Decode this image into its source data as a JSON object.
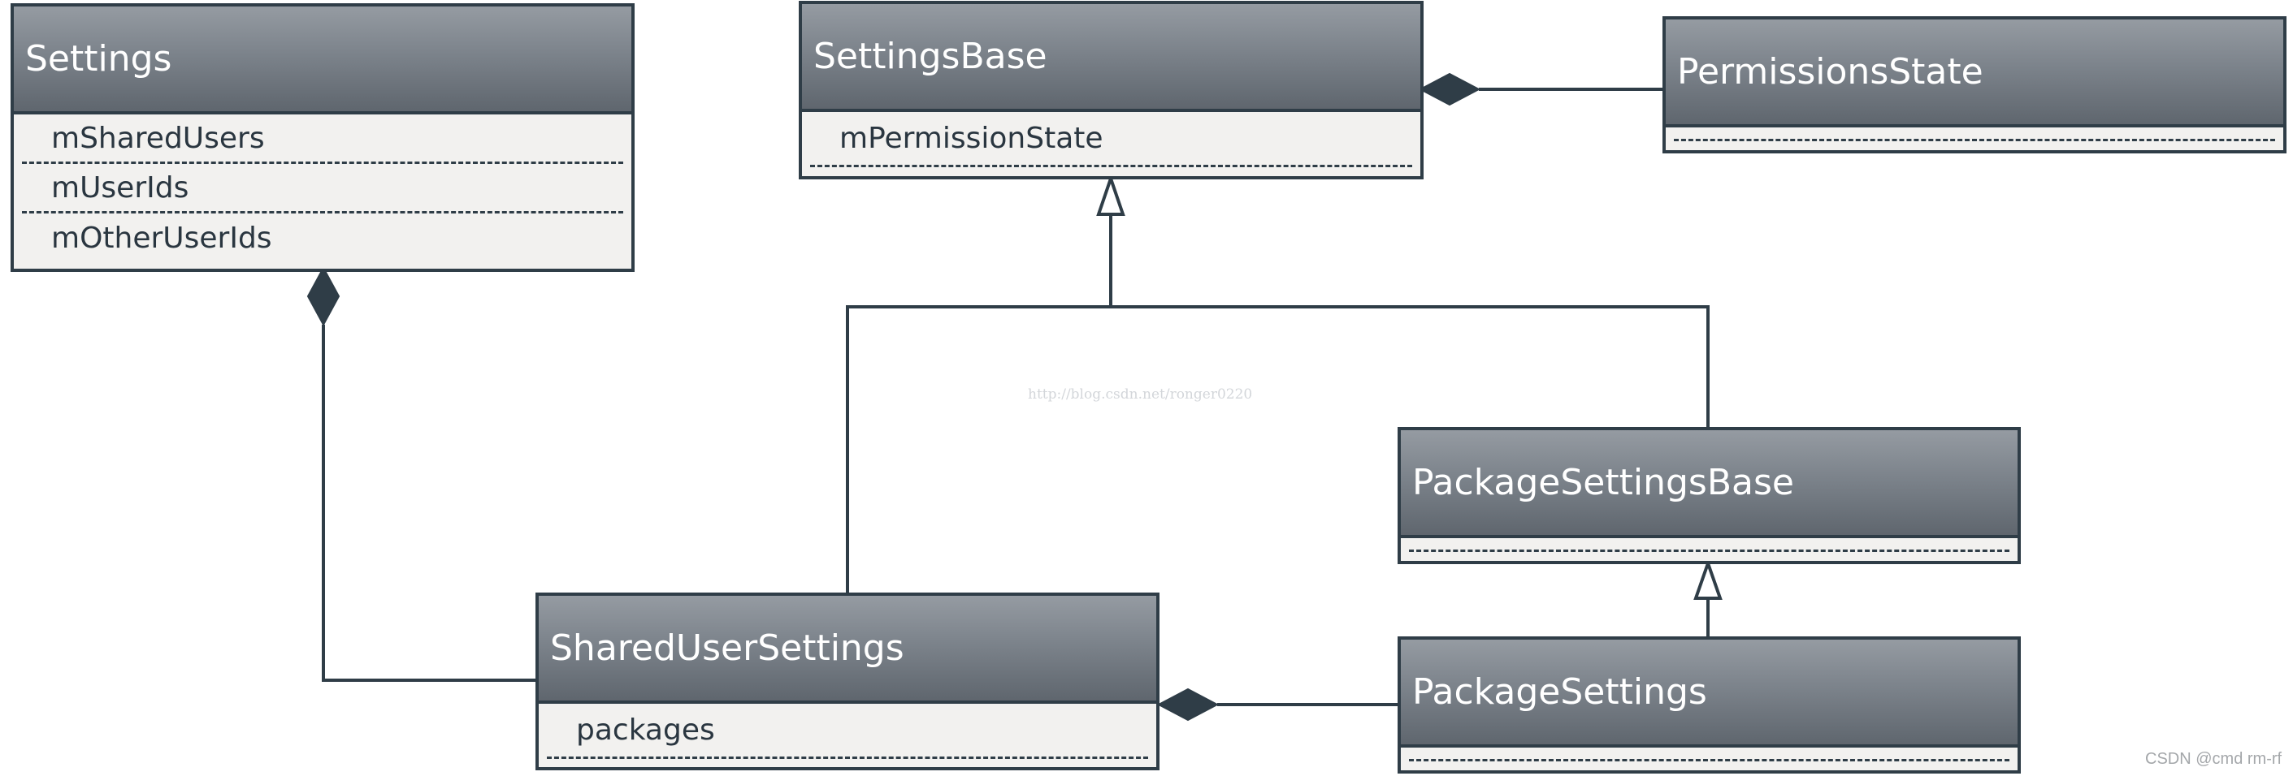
{
  "classes": {
    "settings": {
      "name": "Settings",
      "attributes": [
        "mSharedUsers",
        "mUserIds",
        "mOtherUserIds"
      ]
    },
    "settings_base": {
      "name": "SettingsBase",
      "attributes": [
        "mPermissionState"
      ]
    },
    "permissions_state": {
      "name": "PermissionsState",
      "attributes": []
    },
    "package_settings_base": {
      "name": "PackageSettingsBase",
      "attributes": []
    },
    "shared_user_settings": {
      "name": "SharedUserSettings",
      "attributes": [
        "packages"
      ]
    },
    "package_settings": {
      "name": "PackageSettings",
      "attributes": []
    }
  },
  "relations": [
    {
      "kind": "composition",
      "whole": "SettingsBase",
      "part": "PermissionsState"
    },
    {
      "kind": "composition",
      "whole": "Settings",
      "part": "SharedUserSettings"
    },
    {
      "kind": "composition",
      "whole": "SharedUserSettings",
      "part": "PackageSettings"
    },
    {
      "kind": "inheritance",
      "child": "SharedUserSettings",
      "parent": "SettingsBase"
    },
    {
      "kind": "inheritance",
      "child": "PackageSettingsBase",
      "parent": "SettingsBase"
    },
    {
      "kind": "inheritance",
      "child": "PackageSettings",
      "parent": "PackageSettingsBase"
    }
  ],
  "colors": {
    "line": "#2f3d47",
    "header_top": "#959ba2",
    "header_bottom": "#5f666e",
    "body": "#f2f1ef"
  },
  "watermark": "http://blog.csdn.net/ronger0220",
  "credit": "CSDN @cmd rm-rf"
}
